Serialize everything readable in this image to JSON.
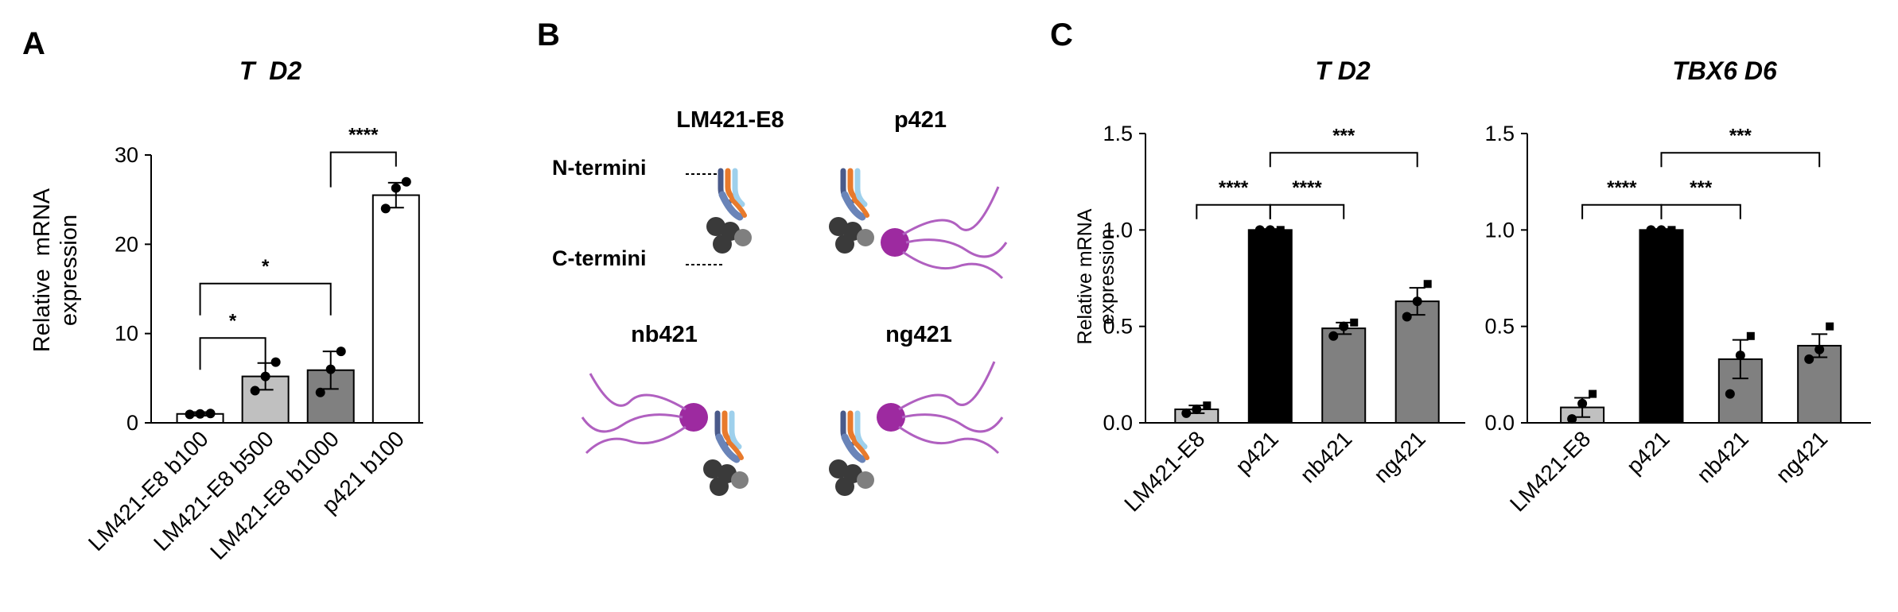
{
  "panels": {
    "a": "A",
    "b": "B",
    "c": "C"
  },
  "chart_data": [
    {
      "id": "A",
      "type": "bar",
      "title": "T  D2",
      "ylabel_line1": "Relative  mRNA",
      "ylabel_line2": "expression",
      "categories": [
        "LM421-E8 b100",
        "LM421-E8 b500",
        "LM421-E8 b1000",
        "p421 b100"
      ],
      "values": [
        1,
        5.2,
        5.9,
        25.5
      ],
      "errors": [
        0.2,
        1.5,
        2.1,
        1.4
      ],
      "points": [
        [
          0.95,
          1.0,
          1.05
        ],
        [
          3.6,
          5.2,
          6.8
        ],
        [
          3.4,
          6.0,
          8.0
        ],
        [
          24.0,
          26.3,
          27.0
        ]
      ],
      "bar_colors": [
        "#ffffff",
        "#c0c0c0",
        "#808080",
        "#ffffff"
      ],
      "ylim": [
        0,
        30
      ],
      "yticks": [
        0,
        10,
        20,
        30
      ],
      "ytick_labels": [
        "0",
        "10",
        "20",
        "30"
      ],
      "significance": [
        {
          "from": 0,
          "to": 1,
          "label": "*"
        },
        {
          "from": 0,
          "to": 2,
          "label": "*"
        },
        {
          "from": 2,
          "to": 3,
          "label": "****"
        }
      ]
    },
    {
      "id": "C1",
      "type": "bar",
      "title": "T D2",
      "ylabel_line1": "Relative mRNA",
      "ylabel_line2": "expression",
      "categories": [
        "LM421-E8",
        "p421",
        "nb421",
        "ng421"
      ],
      "values": [
        0.07,
        1.0,
        0.49,
        0.63
      ],
      "errors": [
        0.02,
        0.005,
        0.03,
        0.07
      ],
      "points": [
        [
          0.05,
          0.07,
          0.09
        ],
        [
          1.0,
          1.0,
          1.0
        ],
        [
          0.45,
          0.5,
          0.52
        ],
        [
          0.55,
          0.63,
          0.72
        ]
      ],
      "bar_colors": [
        "#c0c0c0",
        "#000000",
        "#808080",
        "#808080"
      ],
      "ylim": [
        0,
        1.5
      ],
      "yticks": [
        0,
        0.5,
        1.0,
        1.5
      ],
      "ytick_labels": [
        "0.0",
        "0.5",
        "1.0",
        "1.5"
      ],
      "significance": [
        {
          "from": 0,
          "to": 1,
          "label": "****"
        },
        {
          "from": 1,
          "to": 2,
          "label": "****"
        },
        {
          "from": 1,
          "to": 3,
          "label": "***"
        }
      ]
    },
    {
      "id": "C2",
      "type": "bar",
      "title": "TBX6 D6",
      "categories": [
        "LM421-E8",
        "p421",
        "nb421",
        "ng421"
      ],
      "values": [
        0.08,
        1.0,
        0.33,
        0.4
      ],
      "errors": [
        0.05,
        0.005,
        0.1,
        0.06
      ],
      "points": [
        [
          0.02,
          0.1,
          0.15
        ],
        [
          1.0,
          1.0,
          1.0
        ],
        [
          0.15,
          0.35,
          0.45
        ],
        [
          0.33,
          0.38,
          0.5
        ]
      ],
      "bar_colors": [
        "#c0c0c0",
        "#000000",
        "#808080",
        "#808080"
      ],
      "ylim": [
        0,
        1.5
      ],
      "yticks": [
        0,
        0.5,
        1.0,
        1.5
      ],
      "ytick_labels": [
        "0.0",
        "0.5",
        "1.0",
        "1.5"
      ],
      "significance": [
        {
          "from": 0,
          "to": 1,
          "label": "****"
        },
        {
          "from": 1,
          "to": 2,
          "label": "***"
        },
        {
          "from": 1,
          "to": 3,
          "label": "***"
        }
      ]
    }
  ],
  "diagram": {
    "labels": [
      "LM421-E8",
      "p421",
      "nb421",
      "ng421"
    ],
    "n_termini": "N-termini",
    "c_termini": "C-termini",
    "colors": {
      "blue_dark": "#4a5a8a",
      "blue_mid": "#6a84b8",
      "blue_light": "#9ed0ec",
      "orange": "#e87a2c",
      "gray_dark": "#3a3a3a",
      "gray_mid": "#7f7f7f",
      "purple": "#9d2aa0",
      "purple_line": "#b060c0"
    }
  }
}
